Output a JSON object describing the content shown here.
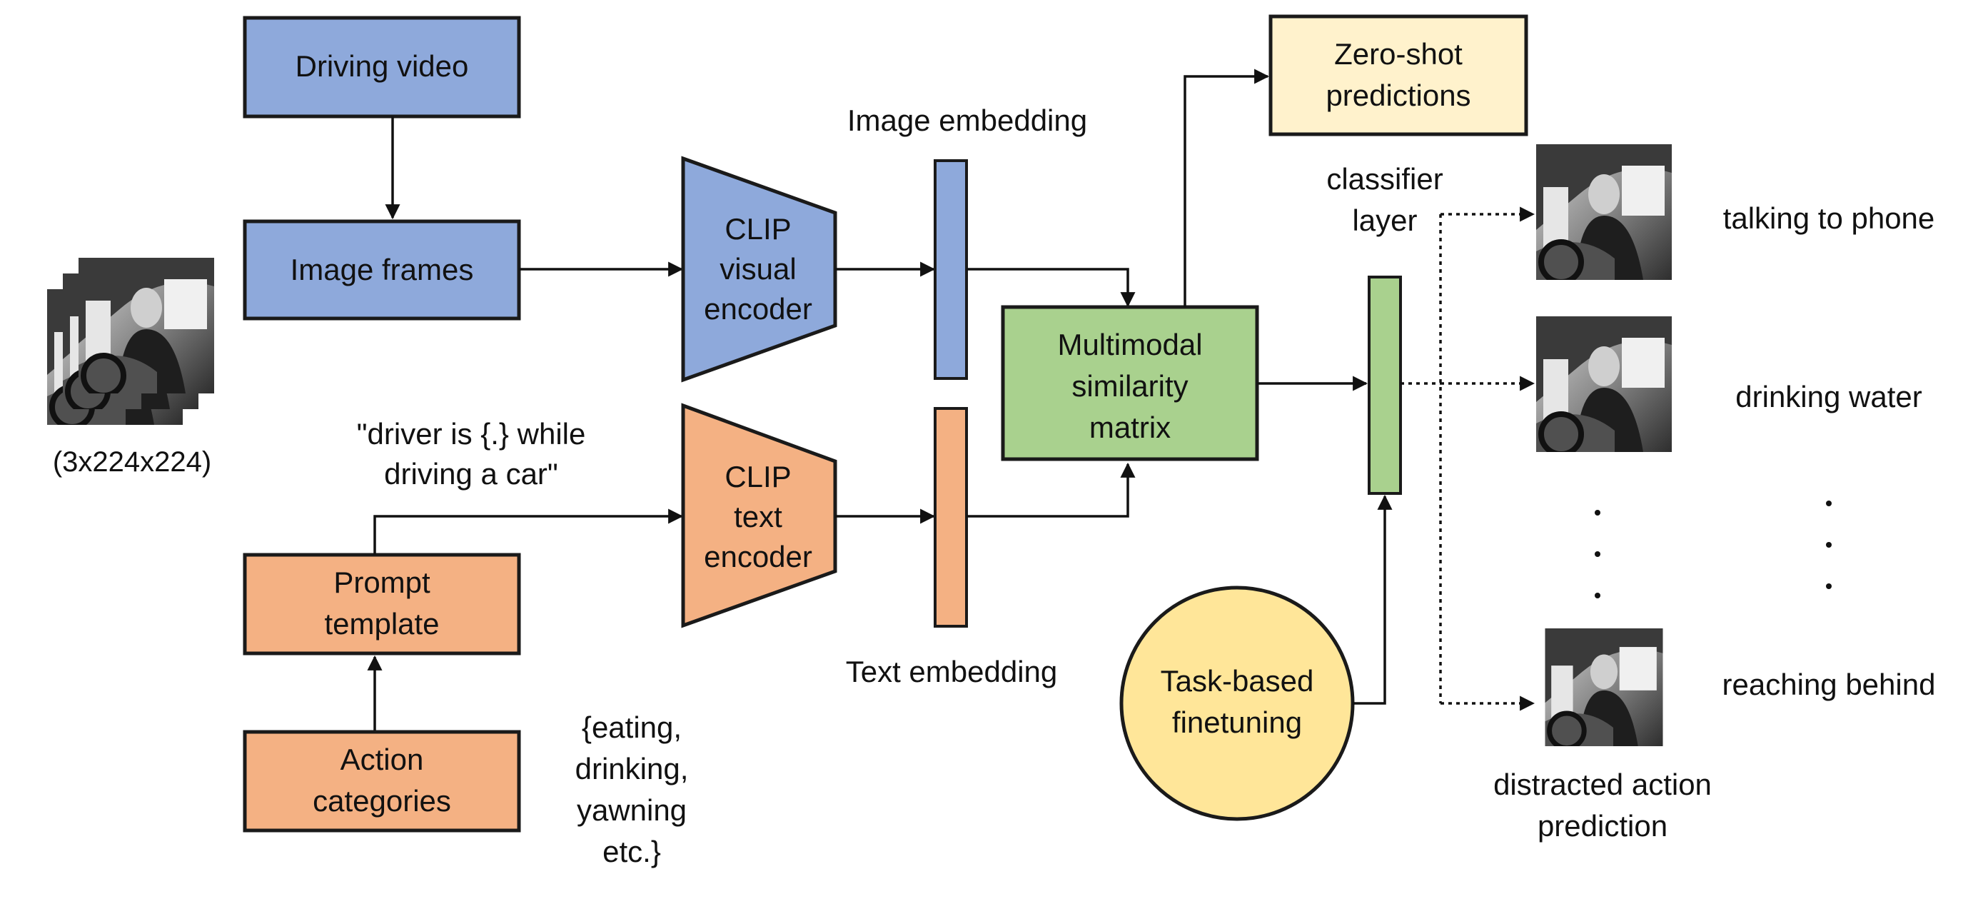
{
  "colors": {
    "blue": "#8EA9DB",
    "orange": "#F4B183",
    "green": "#A9D18E",
    "cream": "#FFF2CC",
    "yellow": "#FFE699",
    "stroke": "#1a1a1a"
  },
  "boxes": {
    "driving_video": "Driving video",
    "image_frames": "Image frames",
    "prompt_template": [
      "Prompt",
      "template"
    ],
    "action_categories": [
      "Action",
      "categories"
    ],
    "clip_visual": [
      "CLIP",
      "visual",
      "encoder"
    ],
    "clip_text": [
      "CLIP",
      "text",
      "encoder"
    ],
    "similarity": [
      "Multimodal",
      "similarity",
      "matrix"
    ],
    "zero_shot": [
      "Zero-shot",
      "predictions"
    ],
    "finetuning": [
      "Task-based",
      "finetuning"
    ]
  },
  "labels": {
    "input_size": "(3x224x224)",
    "prompt_text": [
      "\"driver is {.} while",
      "driving a car\""
    ],
    "category_examples": [
      "{eating,",
      "drinking,",
      "yawning",
      "etc.}"
    ],
    "image_embedding": "Image embedding",
    "text_embedding": "Text embedding",
    "classifier_layer": [
      "classifier",
      "layer"
    ],
    "prediction_caption": [
      "distracted action",
      "prediction"
    ]
  },
  "predictions": [
    "talking to phone",
    "drinking water",
    "reaching behind"
  ],
  "photos": {
    "input_frames": "driver-camera-frames",
    "prediction_thumbs": "driver-camera-thumbnail"
  }
}
